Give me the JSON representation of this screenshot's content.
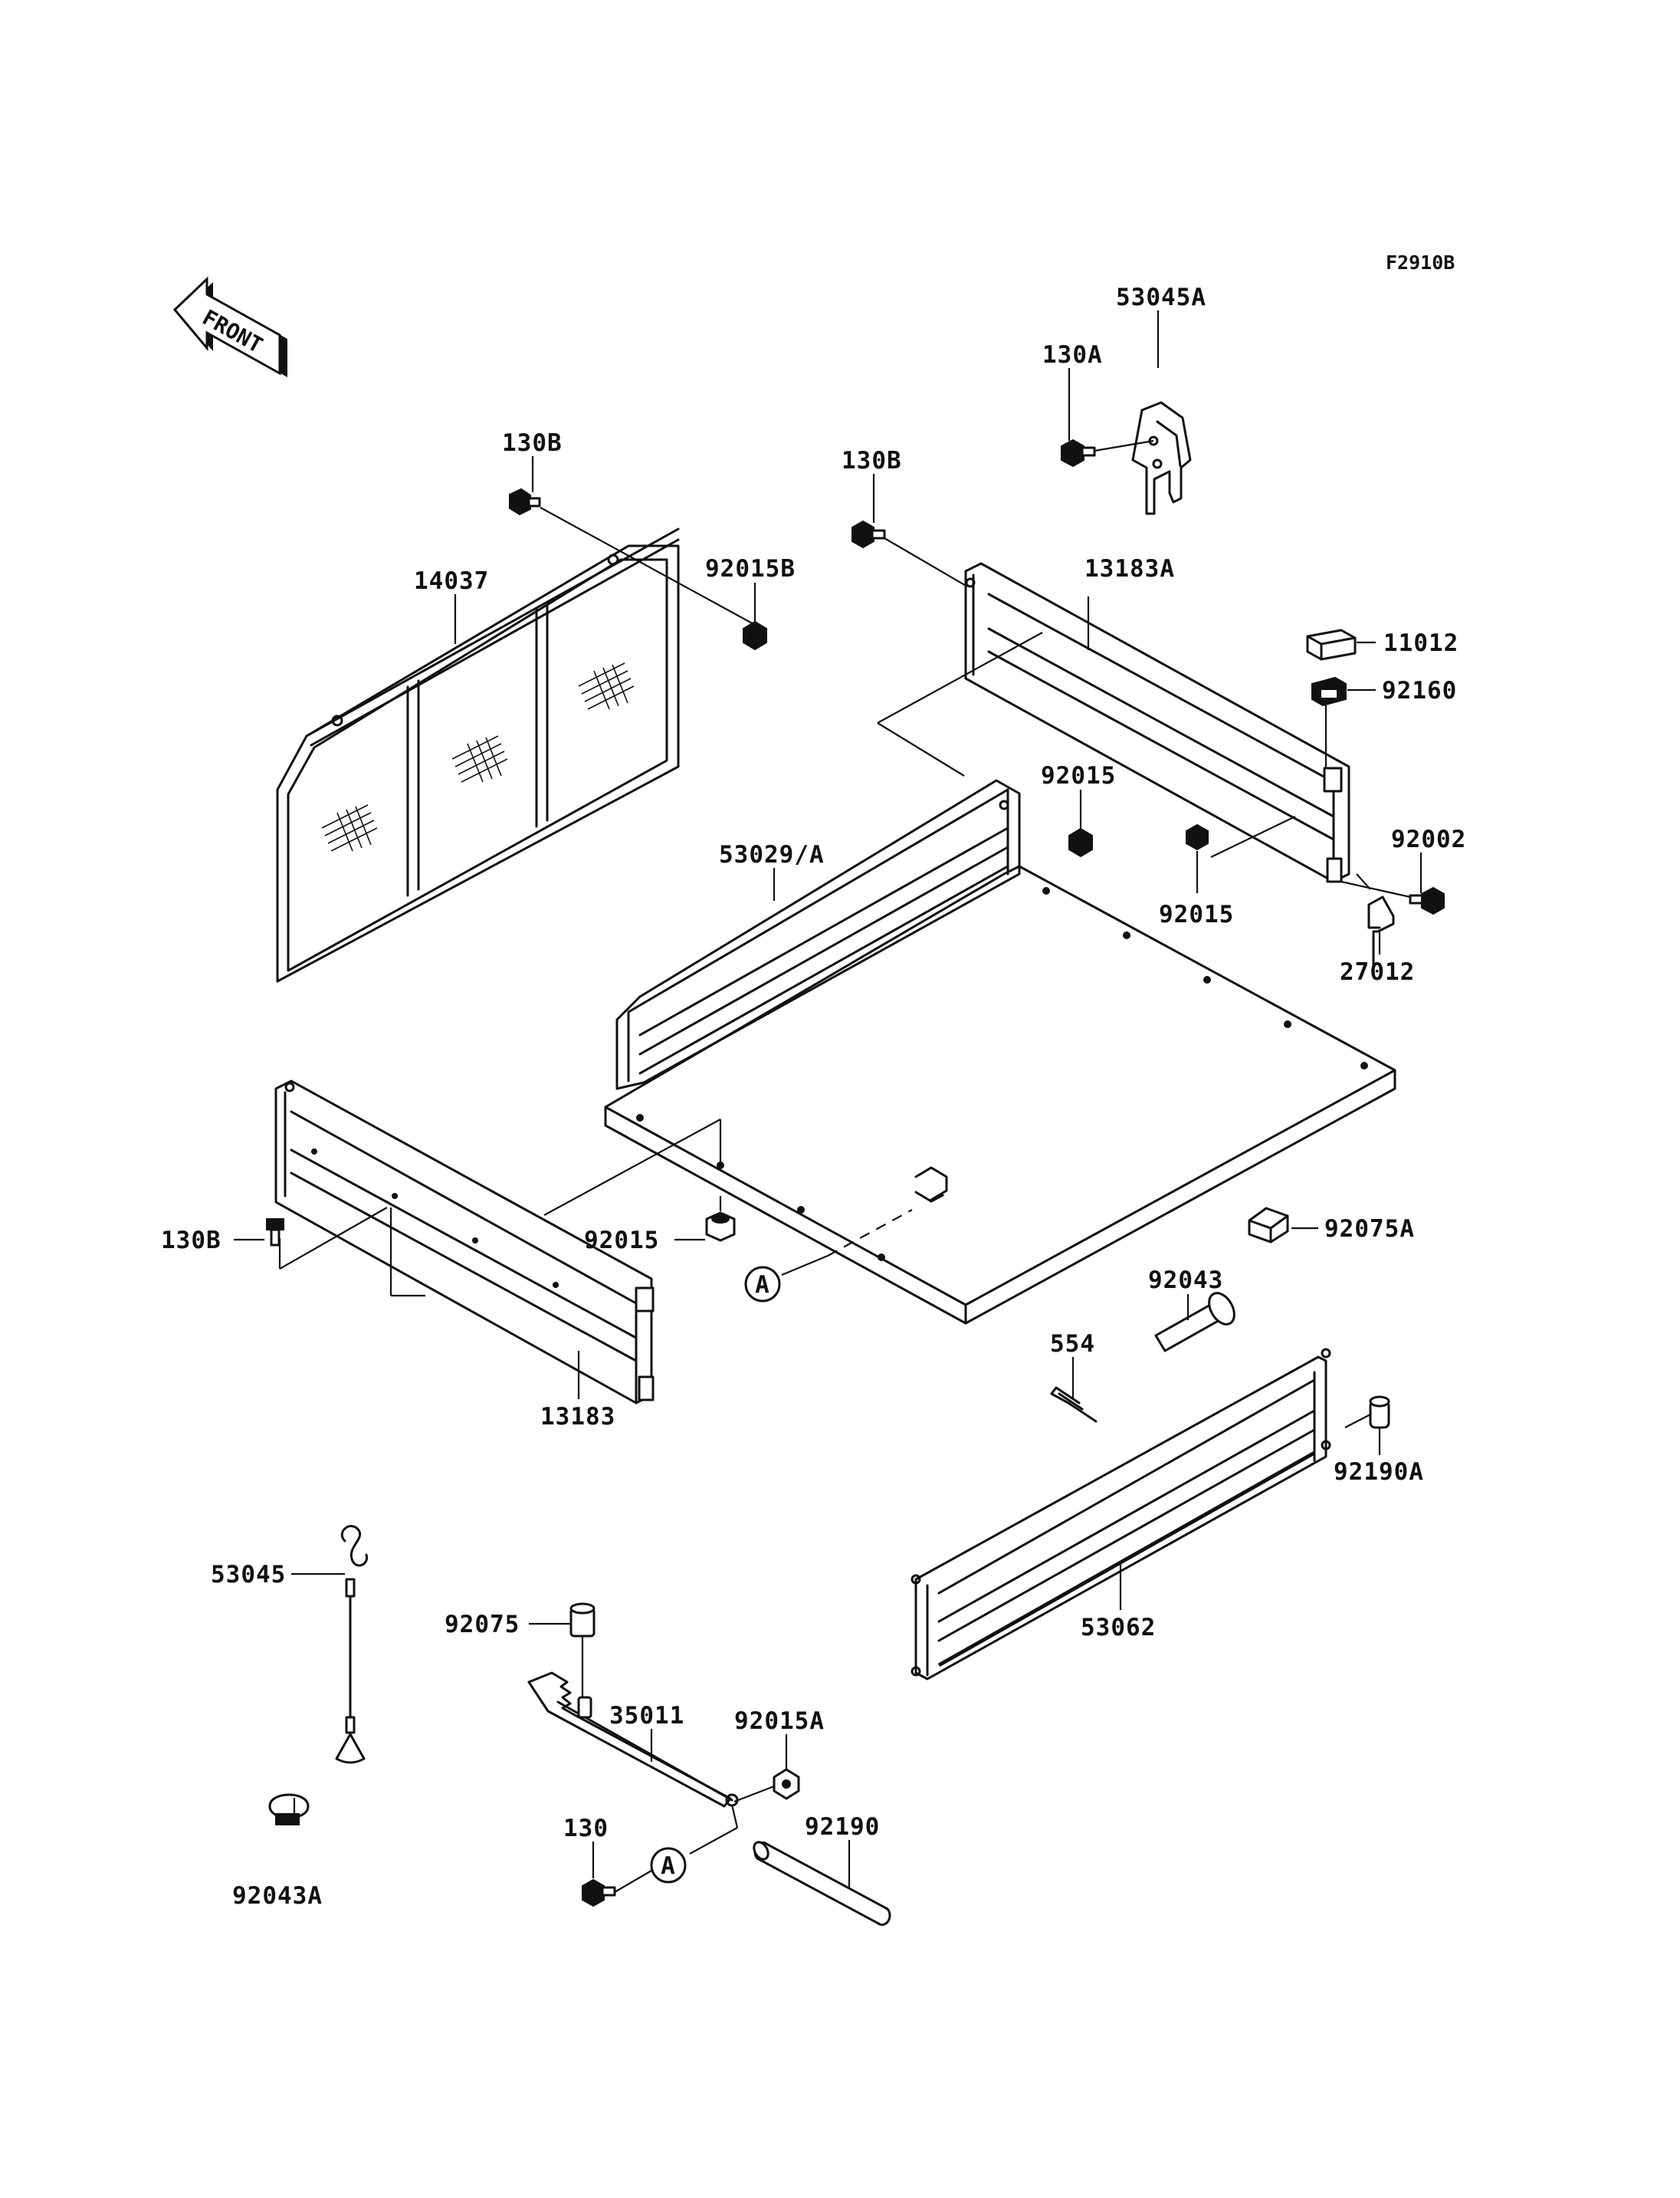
{
  "figure_code": "F2910B",
  "front_arrow_text": "FRONT",
  "ref_marker": "A",
  "callouts": [
    {
      "id": "53045A",
      "text": "53045A"
    },
    {
      "id": "130A",
      "text": "130A"
    },
    {
      "id": "130B-a",
      "text": "130B"
    },
    {
      "id": "130B-b",
      "text": "130B"
    },
    {
      "id": "92015B",
      "text": "92015B"
    },
    {
      "id": "14037",
      "text": "14037"
    },
    {
      "id": "13183A",
      "text": "13183A"
    },
    {
      "id": "11012",
      "text": "11012"
    },
    {
      "id": "92160",
      "text": "92160"
    },
    {
      "id": "92015-a",
      "text": "92015"
    },
    {
      "id": "53029A",
      "text": "53029/A"
    },
    {
      "id": "92002",
      "text": "92002"
    },
    {
      "id": "92015-b",
      "text": "92015"
    },
    {
      "id": "27012",
      "text": "27012"
    },
    {
      "id": "130B-c",
      "text": "130B"
    },
    {
      "id": "92015-c",
      "text": "92015"
    },
    {
      "id": "92075A",
      "text": "92075A"
    },
    {
      "id": "92043",
      "text": "92043"
    },
    {
      "id": "554",
      "text": "554"
    },
    {
      "id": "13183",
      "text": "13183"
    },
    {
      "id": "92190A",
      "text": "92190A"
    },
    {
      "id": "53045",
      "text": "53045"
    },
    {
      "id": "53062",
      "text": "53062"
    },
    {
      "id": "92075",
      "text": "92075"
    },
    {
      "id": "35011",
      "text": "35011"
    },
    {
      "id": "92015A",
      "text": "92015A"
    },
    {
      "id": "130",
      "text": "130"
    },
    {
      "id": "92190",
      "text": "92190"
    },
    {
      "id": "92043A",
      "text": "92043A"
    }
  ]
}
